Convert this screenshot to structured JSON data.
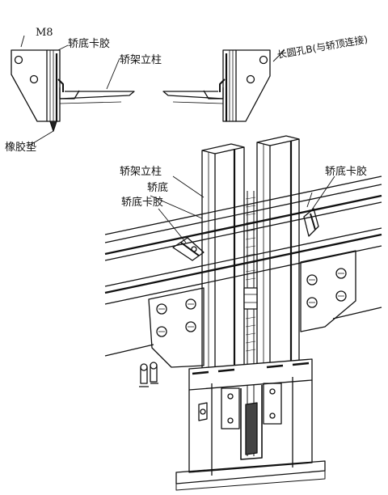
{
  "labels": {
    "m8": "M8",
    "car_bottom_clip_top": "轿底卡胶",
    "car_frame_upright_top": "轿架立柱",
    "rubber_pad": "橡胶垫",
    "slot_hole_b": "长圆孔B(与轿顶连接)",
    "car_frame_upright": "轿架立柱",
    "car_bottom": "轿底",
    "car_bottom_clip_left": "轿底卡胶",
    "car_bottom_clip_right": "轿底卡胶"
  },
  "colors": {
    "ink": "#111111",
    "paper": "#ffffff",
    "shade": "#555555"
  }
}
